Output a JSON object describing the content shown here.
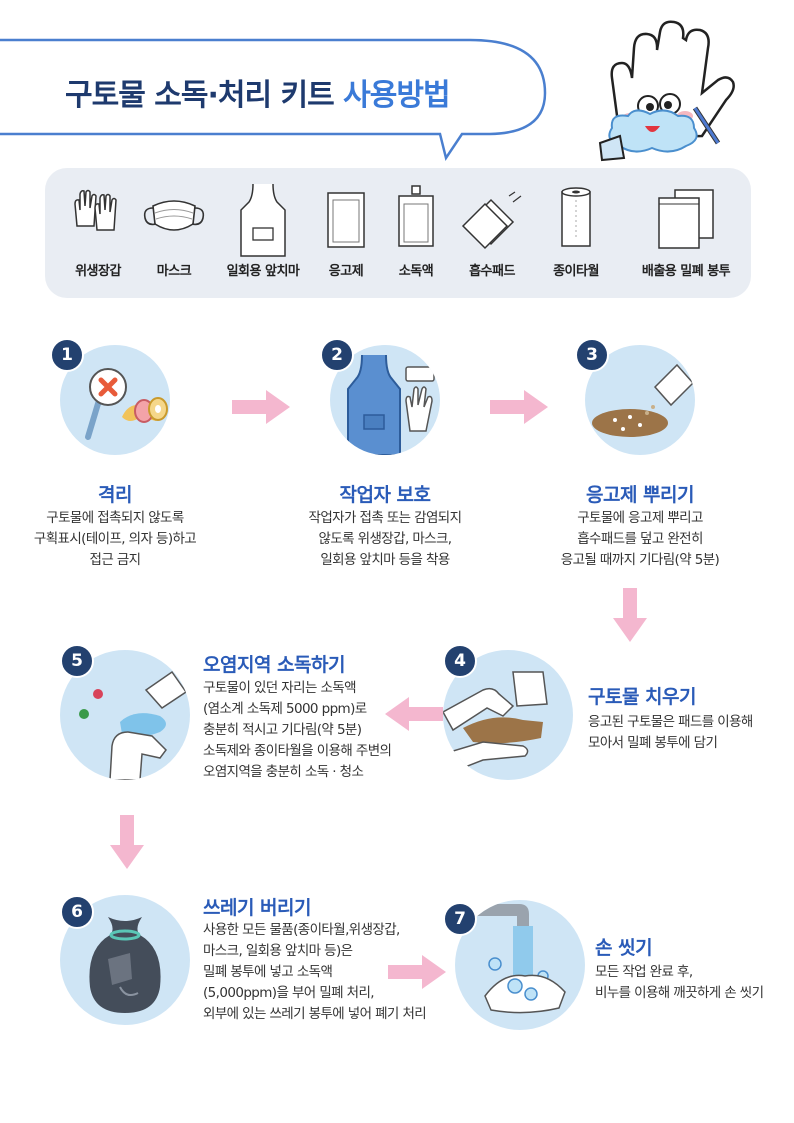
{
  "title": {
    "part1": "구토물 소독·처리 키트",
    "part2": "사용방법"
  },
  "kit": [
    {
      "label": "위생장갑",
      "icon": "gloves-icon"
    },
    {
      "label": "마스크",
      "icon": "mask-icon"
    },
    {
      "label": "일회용 앞치마",
      "icon": "apron-icon"
    },
    {
      "label": "응고제",
      "icon": "coagulant-pack-icon"
    },
    {
      "label": "소독액",
      "icon": "disinfectant-pouch-icon"
    },
    {
      "label": "흡수패드",
      "icon": "absorbent-pad-icon"
    },
    {
      "label": "종이타월",
      "icon": "paper-towel-icon"
    },
    {
      "label": "배출용 밀폐 봉투",
      "icon": "sealed-bag-icon"
    }
  ],
  "steps": [
    {
      "num": "1",
      "title": "격리",
      "lines": [
        "구토물에 접촉되지 않도록",
        "구획표시(테이프, 의자 등)하고",
        "접근 금지"
      ]
    },
    {
      "num": "2",
      "title": "작업자 보호",
      "lines": [
        "작업자가 접촉 또는 감염되지",
        "않도록 위생장갑, 마스크,",
        "일회용 앞치마 등을 착용"
      ]
    },
    {
      "num": "3",
      "title": "응고제 뿌리기",
      "lines": [
        "구토물에 응고제 뿌리고",
        "흡수패드를 덮고 완전히",
        "응고될 때까지 기다림(약 5분)"
      ]
    },
    {
      "num": "4",
      "title": "구토물 치우기",
      "lines": [
        "응고된 구토물은 패드를 이용해",
        "모아서 밀폐 봉투에 담기"
      ]
    },
    {
      "num": "5",
      "title": "오염지역 소독하기",
      "lines": [
        "구토물이 있던 자리는 소독액",
        "(염소계 소독제 5000 ppm)로",
        "충분히 적시고 기다림(약 5분)",
        "소독제와 종이타월을 이용해 주변의",
        "오염지역을 충분히 소독 · 청소"
      ]
    },
    {
      "num": "6",
      "title": "쓰레기 버리기",
      "lines": [
        "사용한 모든 물품(종이타월,위생장갑,",
        "마스크, 일회용 앞치마 등)은",
        "밀폐 봉투에 넣고 소독액",
        "(5,000ppm)을 부어 밀폐 처리,",
        "외부에 있는 쓰레기 봉투에 넣어 폐기 처리"
      ]
    },
    {
      "num": "7",
      "title": "손 씻기",
      "lines": [
        "모든 작업 완료 후,",
        "비누를 이용해 깨끗하게 손 씻기"
      ]
    }
  ],
  "colors": {
    "navy": "#23416f",
    "blue": "#2a5bb8",
    "circle": "#cfe5f5",
    "arrow": "#f4b7cf",
    "panel": "#e9edf3"
  }
}
